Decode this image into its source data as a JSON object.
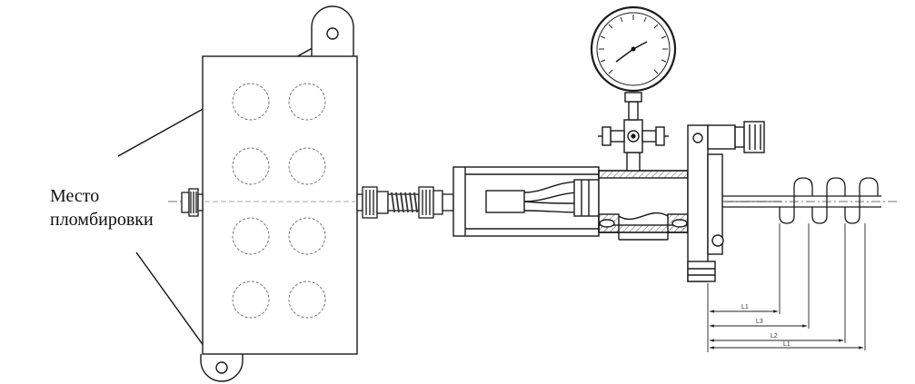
{
  "caption": {
    "line1": "Место",
    "line2": "пломбировки"
  },
  "dimensions": [
    "L1",
    "L3",
    "L2",
    "L1"
  ],
  "colors": {
    "ink": "#1a1a1a",
    "hatch": "#777777",
    "background": "#ffffff"
  }
}
